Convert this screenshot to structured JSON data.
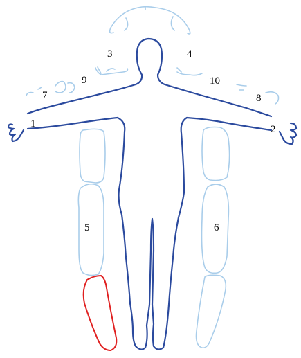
{
  "labels": {
    "l1": "1",
    "l2": "2",
    "l3": "3",
    "l4": "4",
    "l5": "5",
    "l6": "6",
    "l7": "7",
    "l8": "8",
    "l9": "9",
    "l10": "10"
  },
  "colors": {
    "body_outline": "#2b4a9e",
    "segment_outline": "#a9cdea",
    "highlight": "#e02020",
    "background": "#ffffff"
  }
}
